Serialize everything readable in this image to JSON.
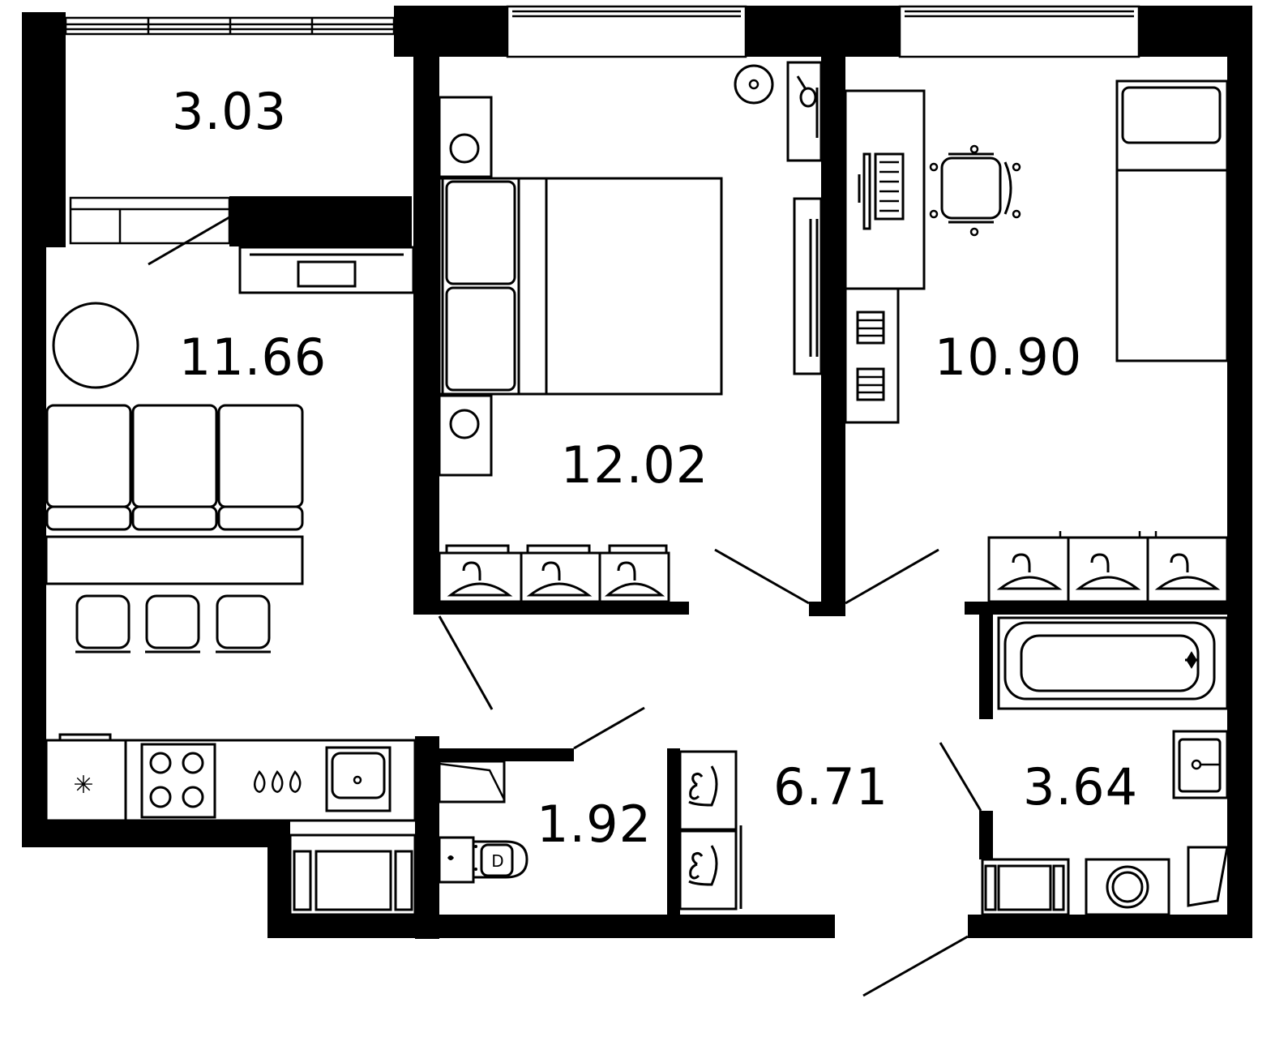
{
  "rooms": {
    "balcony": {
      "area": "3.03"
    },
    "kitchen_living": {
      "area": "11.66"
    },
    "bedroom_1": {
      "area": "12.02"
    },
    "bedroom_2": {
      "area": "10.90"
    },
    "hallway": {
      "area": "6.71"
    },
    "toilet": {
      "area": "1.92"
    },
    "bathroom": {
      "area": "3.64"
    }
  }
}
